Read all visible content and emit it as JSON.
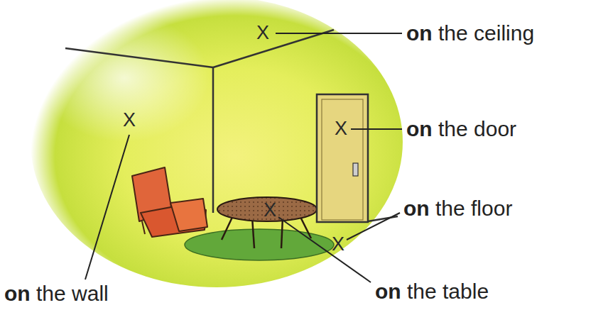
{
  "diagram": {
    "labels": [
      "X",
      "on the ceiling",
      "X",
      "on the door",
      "X",
      "on the floor",
      "X",
      "on the table",
      "X",
      "on the wall"
    ]
  }
}
